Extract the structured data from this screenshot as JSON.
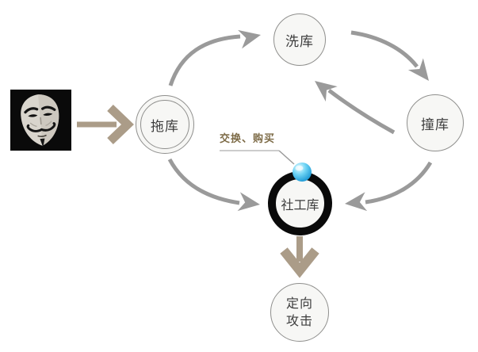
{
  "colors": {
    "background": "#ffffff",
    "arrow_gray": "#9a9a9a",
    "arrow_tan": "#ab9c88",
    "node_stroke": "#8f8f8d",
    "node_fill": "#f7f7f5",
    "node_text": "#3d3d3d",
    "ring_black": "#0a0a0a",
    "label_brown": "#7d6b47",
    "callout_line": "#bcbcbc",
    "orb_blue": "#2fb0e8"
  },
  "diagram": {
    "nodes": [
      {
        "id": "tuoku",
        "label": "拖库",
        "shape": "double-circle"
      },
      {
        "id": "xiku",
        "label": "洗库",
        "shape": "circle"
      },
      {
        "id": "zhuangku",
        "label": "撞库",
        "shape": "circle"
      },
      {
        "id": "shegongku",
        "label": "社工库",
        "shape": "bold-black-ring-circle"
      },
      {
        "id": "dingxiang",
        "label": "定向\n攻击",
        "shape": "circle"
      }
    ],
    "annotation": {
      "label": "交换、购买",
      "target": "shegongku"
    },
    "actor": {
      "icon": "anonymous-mask-icon"
    },
    "marker": {
      "icon": "blue-orb-icon",
      "attached_to": "shegongku"
    },
    "edges": [
      {
        "from": "actor",
        "to": "tuoku",
        "style": "tan-straight"
      },
      {
        "from": "tuoku",
        "to": "xiku",
        "style": "gray-curve"
      },
      {
        "from": "xiku",
        "to": "zhuangku",
        "style": "gray-curve"
      },
      {
        "from": "zhuangku",
        "to": "xiku",
        "style": "gray-curve"
      },
      {
        "from": "tuoku",
        "to": "shegongku",
        "style": "gray-curve"
      },
      {
        "from": "zhuangku",
        "to": "shegongku",
        "style": "gray-curve"
      },
      {
        "from": "shegongku",
        "to": "dingxiang",
        "style": "tan-straight"
      }
    ]
  }
}
